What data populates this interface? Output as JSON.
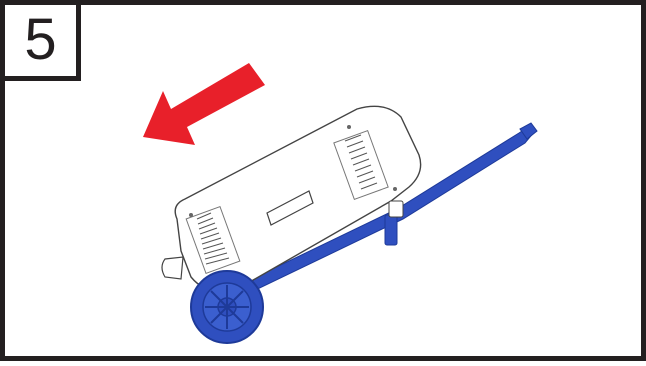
{
  "step": {
    "number": "5"
  },
  "colors": {
    "frame": "#231f20",
    "arrow": "#e8202a",
    "cart": "#2f4fbf",
    "unit_outline": "#444444",
    "background": "#ffffff"
  },
  "icons": [
    "push-direction-arrow-icon",
    "generator-unit",
    "trolley-frame",
    "trolley-wheel"
  ]
}
